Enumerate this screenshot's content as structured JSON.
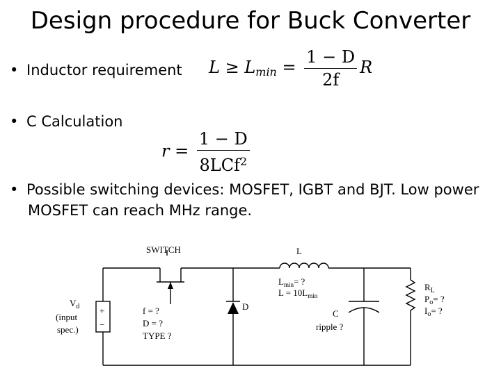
{
  "title": "Design procedure for Buck Converter",
  "bullets": [
    {
      "marker": "•",
      "text": "Inductor requirement"
    },
    {
      "marker": "•",
      "text": "C Calculation"
    },
    {
      "marker": "•",
      "line1": "Possible switching devices: MOSFET, IGBT and BJT. Low power",
      "line2": "MOSFET can reach MHz range."
    }
  ],
  "eq1": {
    "lhs": "L",
    "op": "≥",
    "lmin": "L",
    "lmin_sub": "min",
    "eq": "=",
    "num": "1 − D",
    "den": "2f",
    "rhs": "R"
  },
  "eq2": {
    "lhs": "r",
    "eq": "=",
    "num": "1 − D",
    "den": "8LCf",
    "den_sup": "2"
  },
  "circuit": {
    "switch_label": "SWITCH",
    "source_label": [
      "V",
      "(input",
      "spec.)"
    ],
    "source_sub": "d",
    "source_plus": "+",
    "source_minus": "−",
    "switch_params": [
      "f = ?",
      "D = ?",
      "TYPE ?"
    ],
    "diode_label": "D",
    "inductor_label": "L",
    "inductor_params": [
      "L",
      "= ?",
      "L = 10L"
    ],
    "inductor_subs": [
      "min",
      "min"
    ],
    "capacitor_label": "C",
    "capacitor_param": "ripple ?",
    "load_labels": [
      "R",
      "P",
      "= ?",
      "I",
      "= ?"
    ],
    "load_subs": [
      "L",
      "o",
      "o"
    ]
  }
}
